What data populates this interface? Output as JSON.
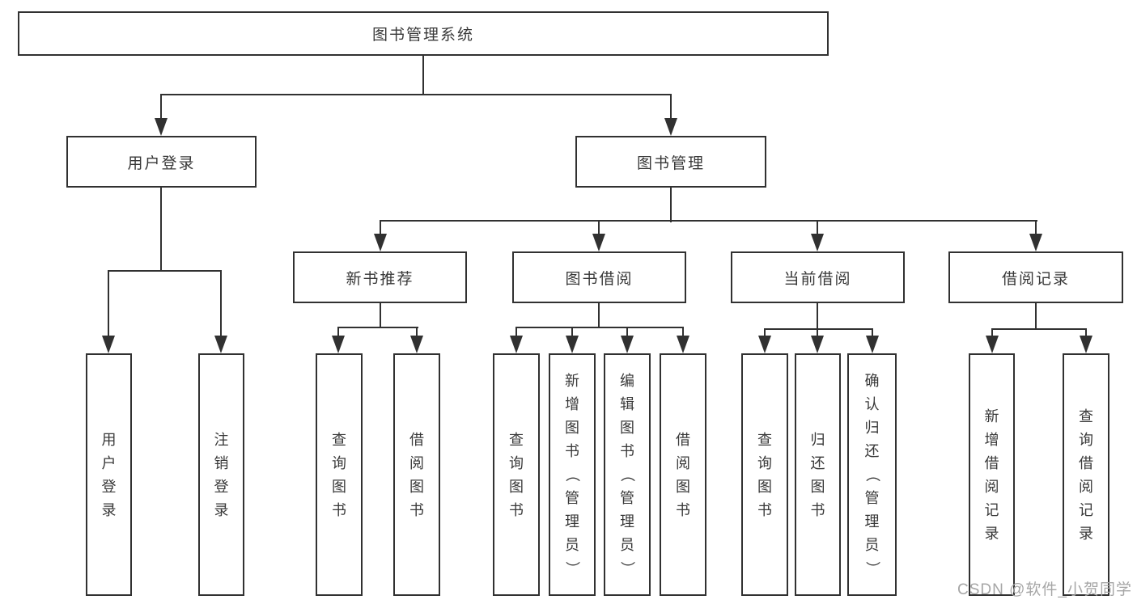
{
  "colors": {
    "line": "#313131",
    "text": "#383838",
    "background": "#ffffff",
    "watermark": "#a6a6a6"
  },
  "diagram": {
    "root": {
      "label": "图书管理系统"
    },
    "branches": [
      {
        "label": "用户登录",
        "children": [
          {
            "label": "用户登录"
          },
          {
            "label": "注销登录"
          }
        ]
      },
      {
        "label": "图书管理",
        "sections": [
          {
            "label": "新书推荐",
            "children": [
              {
                "label": "查询图书"
              },
              {
                "label": "借阅图书"
              }
            ]
          },
          {
            "label": "图书借阅",
            "children": [
              {
                "label": "查询图书"
              },
              {
                "label": "新增图书（管理员）"
              },
              {
                "label": "编辑图书（管理员）"
              },
              {
                "label": "借阅图书"
              }
            ]
          },
          {
            "label": "当前借阅",
            "children": [
              {
                "label": "查询图书"
              },
              {
                "label": "归还图书"
              },
              {
                "label": "确认归还（管理员）"
              }
            ]
          },
          {
            "label": "借阅记录",
            "children": [
              {
                "label": "新增借阅记录"
              },
              {
                "label": "查询借阅记录"
              }
            ]
          }
        ]
      }
    ]
  },
  "watermark": {
    "text": "CSDN @软件_小贺同学"
  }
}
